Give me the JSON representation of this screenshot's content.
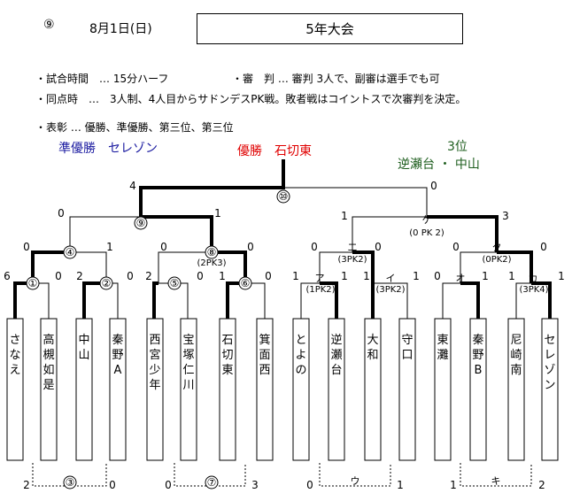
{
  "header": {
    "number": "⑨",
    "date": "8月1日(日)",
    "title": "5年大会"
  },
  "rules": [
    "・試合時間　… 15分ハーフ",
    "・審　判 … 審判 3人で、副審は選手でも可",
    "・同点時　…　3人制、4人目からサドンデスPK戦。敗者戦はコイントスで次審判を決定。",
    "・表彰 … 優勝、準優勝、第三位、第三位"
  ],
  "results": {
    "runner_up": "準優勝　セレゾン",
    "champion": "優勝　石切東",
    "third_label": "3位",
    "third_teams": "逆瀬台 ・ 中山"
  },
  "colors": {
    "runner_up": "#1a1aa0",
    "champion": "#e00000",
    "third": "#1e5e1e"
  },
  "teams": [
    "さなえ",
    "高槻如是",
    "中山",
    "秦野A",
    "西宮少年",
    "宝塚仁川",
    "石切東",
    "箕面西",
    "とよの",
    "逆瀬台",
    "大和",
    "守口",
    "東灘",
    "秦野B",
    "尼崎南",
    "セレゾン"
  ],
  "matches": {
    "m1": {
      "label": "①",
      "left": "6",
      "right": "0"
    },
    "m2": {
      "label": "②",
      "left": "2",
      "right": "0"
    },
    "m5": {
      "label": "⑤",
      "left": "2",
      "right": "0"
    },
    "m6": {
      "label": "⑥",
      "left": "1",
      "right": "0"
    },
    "ma": {
      "label": "ア",
      "pk": "(1PK2)",
      "left": "1",
      "right": "1"
    },
    "mi": {
      "label": "イ",
      "pk": "(3PK2)",
      "left": "1",
      "right": "1"
    },
    "mo": {
      "label": "オ",
      "left": "0",
      "right": "1"
    },
    "mka": {
      "label": "カ",
      "pk": "(3PK4)",
      "left": "1",
      "right": "1"
    },
    "m4": {
      "label": "④",
      "left": "0",
      "right": "1"
    },
    "m8": {
      "label": "⑧",
      "pk": "(2PK3)",
      "left": "0",
      "right": "0"
    },
    "me": {
      "label": "エ",
      "pk": "(3PK2)",
      "left": "0",
      "right": "0"
    },
    "mku": {
      "label": "ク",
      "pk": "(0PK2)",
      "left": "0",
      "right": "0"
    },
    "m9": {
      "label": "⑨",
      "left": "0",
      "right": "1"
    },
    "mke": {
      "label": "ケ",
      "pk": "(0 PK 2)",
      "left": "1",
      "right": "3"
    },
    "m10": {
      "label": "⑩",
      "left": "4",
      "right": "0"
    },
    "m3": {
      "label": "③",
      "left": "2",
      "right": "0"
    },
    "m7": {
      "label": "⑦",
      "left": "0",
      "right": "3"
    },
    "mu": {
      "label": "ウ",
      "left": "0",
      "right": "1"
    },
    "mki": {
      "label": "キ",
      "left": "1",
      "right": "2"
    }
  }
}
